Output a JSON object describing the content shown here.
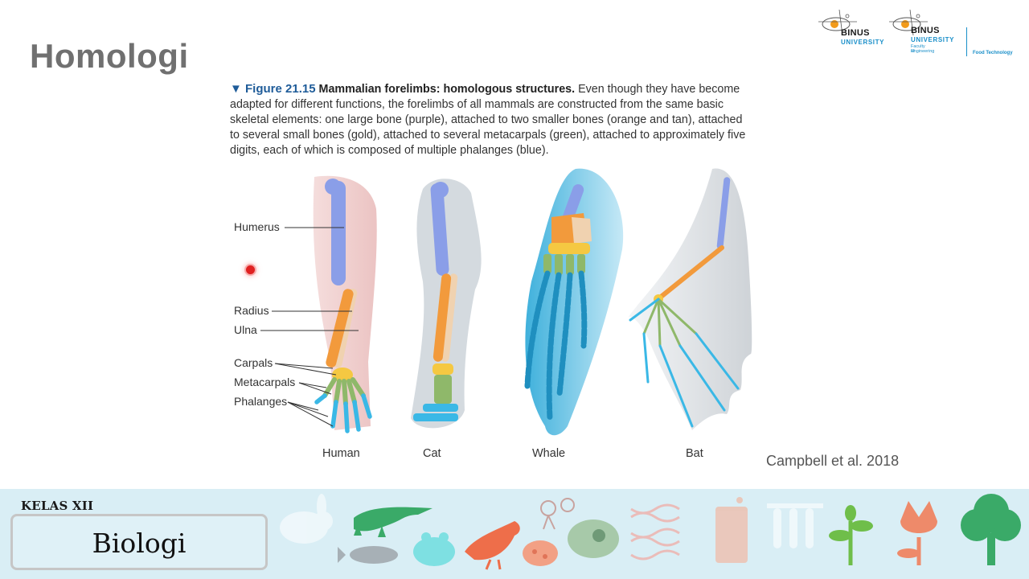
{
  "slide": {
    "title": "Homologi"
  },
  "logos": {
    "left": {
      "brand": "BINUS",
      "university": "UNIVERSITY"
    },
    "right": {
      "brand": "BINUS",
      "university": "UNIVERSITY",
      "faculty_line1": "Faculty of",
      "faculty_line2": "Engineering",
      "department": "Food Technology"
    }
  },
  "caption": {
    "figure_number": "Figure 21.15",
    "figure_title": "Mammalian forelimbs: homologous structures.",
    "body": "Even though they have become adapted for different functions, the forelimbs of all mammals are constructed from the same basic skeletal elements: one large bone (purple), attached to two smaller bones (orange and tan), attached to several small bones (gold), attached to several metacarpals (green), attached to approximately five digits, each of which is composed of multiple phalanges (blue)."
  },
  "bone_labels": [
    "Humerus",
    "Radius",
    "Ulna",
    "Carpals",
    "Metacarpals",
    "Phalanges"
  ],
  "animals": [
    "Human",
    "Cat",
    "Whale",
    "Bat"
  ],
  "citation": "Campbell et al. 2018",
  "footer": {
    "grade": "KELAS XII",
    "subject": "Biologi"
  },
  "colors": {
    "humerus": "#8a9ee8",
    "radius_ulna": "#f29a3c",
    "ulna_tan": "#f0d2b0",
    "carpals": "#f5c842",
    "metacarpals": "#8fb86a",
    "phalanges": "#3ab8e6",
    "footer_bg": "#d9eef5",
    "title_gray": "#707070",
    "brand_blue": "#1a8fc9"
  }
}
